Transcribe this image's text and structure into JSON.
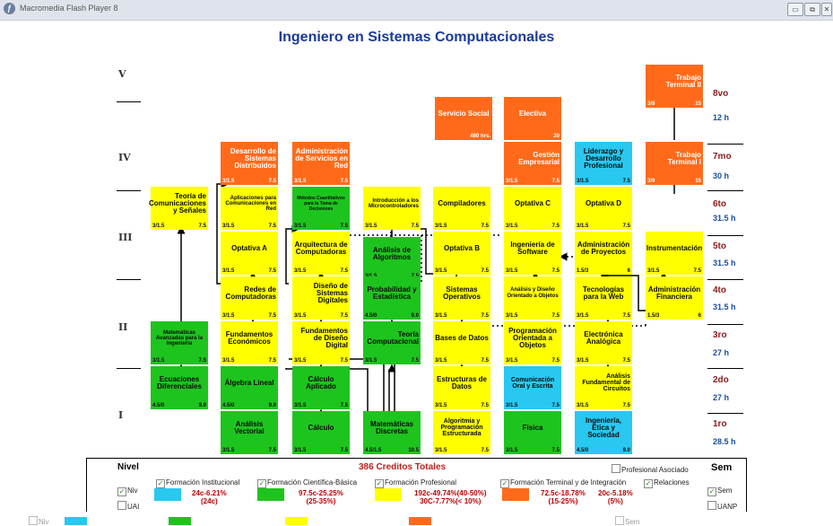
{
  "window": {
    "title": "Macromedia Flash Player 8"
  },
  "page_title": "Ingeniero en Sistemas Computacionales",
  "roman": [
    "V",
    "IV",
    "III",
    "II",
    "I"
  ],
  "semesters": [
    {
      "label": "8vo",
      "hours": "12 h"
    },
    {
      "label": "7mo",
      "hours": "30 h"
    },
    {
      "label": "6to",
      "hours": "31.5 h"
    },
    {
      "label": "5to",
      "hours": "31.5 h"
    },
    {
      "label": "4to",
      "hours": "31.5 h"
    },
    {
      "label": "3ro",
      "hours": "27 h"
    },
    {
      "label": "2do",
      "hours": "27 h"
    },
    {
      "label": "1ro",
      "hours": "28.5 h"
    }
  ],
  "courses": [
    {
      "name": "Trabajo Terminal II",
      "left": "3/9",
      "right": "15",
      "color": "O"
    },
    {
      "name": "Servicio Social",
      "left": "",
      "right": "480 hrs.",
      "color": "O"
    },
    {
      "name": "Electiva",
      "left": "",
      "right": "20",
      "color": "O"
    },
    {
      "name": "Desarrollo de Sistemas Distribuidos",
      "left": "3/1.5",
      "right": "7.5",
      "color": "O"
    },
    {
      "name": "Administración de Servicios en Red",
      "left": "3/1.5",
      "right": "7.5",
      "color": "O"
    },
    {
      "name": "Gestión Empresarial",
      "left": "3/1.5",
      "right": "7.5",
      "color": "O"
    },
    {
      "name": "Liderazgo y Desarrollo Profesional",
      "left": "3/1.5",
      "right": "7.5",
      "color": "B"
    },
    {
      "name": "Trabajo Terminal I",
      "left": "3/9",
      "right": "15",
      "color": "O"
    },
    {
      "name": "Teoría de Comunicaciones y Señales",
      "left": "3/1.5",
      "right": "7.5",
      "color": "Y"
    },
    {
      "name": "Aplicaciones para Comunicaciones en Red",
      "left": "3/1.5",
      "right": "7.5",
      "color": "Y"
    },
    {
      "name": "Métodos Cuantitativos para la Toma de Decisiones",
      "left": "3/1.5",
      "right": "7.5",
      "color": "G"
    },
    {
      "name": "Introducción a los Microcontroladores",
      "left": "3/1.5",
      "right": "7.5",
      "color": "Y"
    },
    {
      "name": "Compiladores",
      "left": "3/1.5",
      "right": "7.5",
      "color": "Y"
    },
    {
      "name": "Optativa C",
      "left": "3/1.5",
      "right": "7.5",
      "color": "Y"
    },
    {
      "name": "Optativa D",
      "left": "3/1.5",
      "right": "7.5",
      "color": "Y"
    },
    {
      "name": "Optativa A",
      "left": "3/1.5",
      "right": "7.5",
      "color": "Y"
    },
    {
      "name": "Arquitectura de Computadoras",
      "left": "3/1.5",
      "right": "7.5",
      "color": "Y"
    },
    {
      "name": "Análisis de Algoritmos",
      "left": "3/1.5",
      "right": "7.5",
      "color": "G"
    },
    {
      "name": "Optativa B",
      "left": "3/1.5",
      "right": "7.5",
      "color": "Y"
    },
    {
      "name": "Ingeniería de Software",
      "left": "3/1.5",
      "right": "7.5",
      "color": "Y"
    },
    {
      "name": "Administración de Proyectos",
      "left": "1.5/3",
      "right": "6",
      "color": "Y"
    },
    {
      "name": "Instrumentación",
      "left": "3/1.5",
      "right": "7.5",
      "color": "Y"
    },
    {
      "name": "Redes de Computadoras",
      "left": "3/1.5",
      "right": "7.5",
      "color": "Y"
    },
    {
      "name": "Diseño de Sistemas Digitales",
      "left": "3/1.5",
      "right": "7.5",
      "color": "Y"
    },
    {
      "name": "Probabilidad y Estadística",
      "left": "4.5/0",
      "right": "9.0",
      "color": "G"
    },
    {
      "name": "Sistemas Operativos",
      "left": "3/1.5",
      "right": "7.5",
      "color": "Y"
    },
    {
      "name": "Análisis y Diseño Orientado a Objetos",
      "left": "3/1.5",
      "right": "7.5",
      "color": "Y"
    },
    {
      "name": "Tecnologías para la Web",
      "left": "3/1.5",
      "right": "7.5",
      "color": "Y"
    },
    {
      "name": "Administración Financiera",
      "left": "1.5/3",
      "right": "6",
      "color": "Y"
    },
    {
      "name": "Matemáticas Avanzadas para la Ingeniería",
      "left": "3/1.5",
      "right": "7.5",
      "color": "G"
    },
    {
      "name": "Fundamentos Económicos",
      "left": "3/1.5",
      "right": "7.5",
      "color": "Y"
    },
    {
      "name": "Fundamentos de Diseño Digital",
      "left": "3/1.5",
      "right": "7.5",
      "color": "Y"
    },
    {
      "name": "Teoría Computacional",
      "left": "3/1.5",
      "right": "7.5",
      "color": "G"
    },
    {
      "name": "Bases de Datos",
      "left": "3/1.5",
      "right": "7.5",
      "color": "Y"
    },
    {
      "name": "Programación Orientada a Objetos",
      "left": "3/1.5",
      "right": "7.5",
      "color": "Y"
    },
    {
      "name": "Electrónica Analógica",
      "left": "3/1.5",
      "right": "7.5",
      "color": "Y"
    },
    {
      "name": "Ecuaciones Diferenciales",
      "left": "4.5/0",
      "right": "9.0",
      "color": "G"
    },
    {
      "name": "Álgebra Lineal",
      "left": "4.5/0",
      "right": "9.0",
      "color": "G"
    },
    {
      "name": "Cálculo Aplicado",
      "left": "3/1.5",
      "right": "7.5",
      "color": "G"
    },
    {
      "name": "Estructuras de Datos",
      "left": "3/1.5",
      "right": "7.5",
      "color": "Y"
    },
    {
      "name": "Comunicación Oral y Escrita",
      "left": "3/1.5",
      "right": "7.5",
      "color": "B"
    },
    {
      "name": "Análisis Fundamental de Circuitos",
      "left": "3/1.5",
      "right": "7.5",
      "color": "Y"
    },
    {
      "name": "Análisis Vectorial",
      "left": "3/1.5",
      "right": "7.5",
      "color": "G"
    },
    {
      "name": "Cálculo",
      "left": "3/1.5",
      "right": "7.5",
      "color": "G"
    },
    {
      "name": "Matemáticas Discretas",
      "left": "4.5/1.5",
      "right": "10.5",
      "color": "G"
    },
    {
      "name": "Algoritmia y Programación Estructurada",
      "left": "3/1.5",
      "right": "7.5",
      "color": "Y"
    },
    {
      "name": "Física",
      "left": "3/1.5",
      "right": "7.5",
      "color": "G"
    },
    {
      "name": "Ingeniería, Ética y Sociedad",
      "left": "4.5/0",
      "right": "9.0",
      "color": "B"
    }
  ],
  "legend": {
    "nivel": "Nivel",
    "sem": "Sem",
    "total_credits": "386 Creditos Totales",
    "profesional_asociado": "Profesional Asociado",
    "relaciones": "Relaciones",
    "niv": "Niv",
    "uai": "UAI",
    "sem_check": "Sem",
    "uanp": "UANP",
    "categories": [
      {
        "label": "Formación Institucional",
        "color": "#28c8f0",
        "pct_a": "24c-6.21%",
        "pct_b": "(24c)"
      },
      {
        "label": "Formación Científica-Básica",
        "color": "#1ec41e",
        "pct_a": "97.5c-25.25%",
        "pct_b": "(25-35%)"
      },
      {
        "label": "Formación Profesional",
        "color": "#ffff00",
        "pct_a": "192c-49.74%(40-50%)",
        "pct_b": "30C-7.77%(< 10%)"
      },
      {
        "label": "Formación Terminal y de Integración",
        "color": "#ff6a1a",
        "pct_a": "72.5c-18.78%",
        "pct_b": "(15-25%)"
      }
    ],
    "extra_pct_a": "20c-5.18%",
    "extra_pct_b": "(5%)",
    "ghost_niv": "Niv",
    "ghost_sem": "Sem"
  }
}
